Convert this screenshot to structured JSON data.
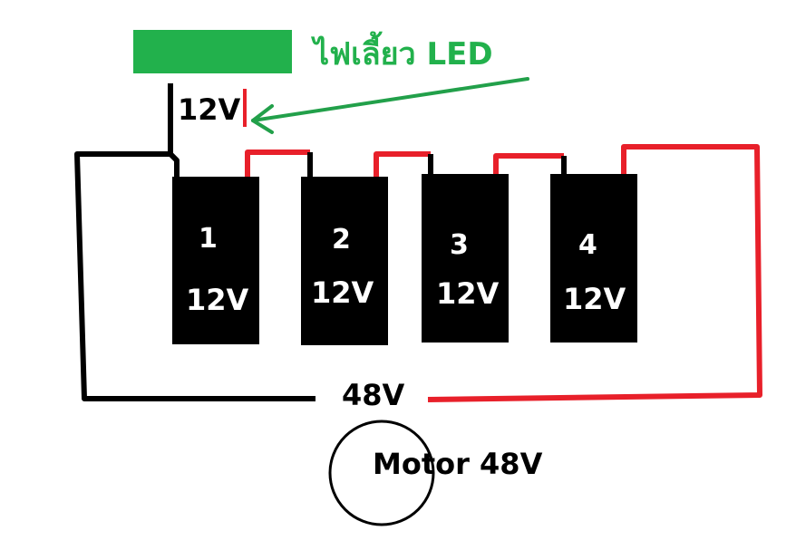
{
  "led": {
    "label": "ไฟเลี้ยว LED",
    "color": "#22b14c"
  },
  "tap_voltage": "12V",
  "batteries": [
    {
      "number": "1",
      "voltage": "12V"
    },
    {
      "number": "2",
      "voltage": "12V"
    },
    {
      "number": "3",
      "voltage": "12V"
    },
    {
      "number": "4",
      "voltage": "12V"
    }
  ],
  "total_voltage": "48V",
  "motor": {
    "label": "Motor 48V"
  },
  "colors": {
    "battery": "#000000",
    "positive_wire": "#e8202a",
    "negative_wire": "#000000",
    "arrow": "#22a04a",
    "label_text": "#000000",
    "battery_text": "#ffffff"
  }
}
